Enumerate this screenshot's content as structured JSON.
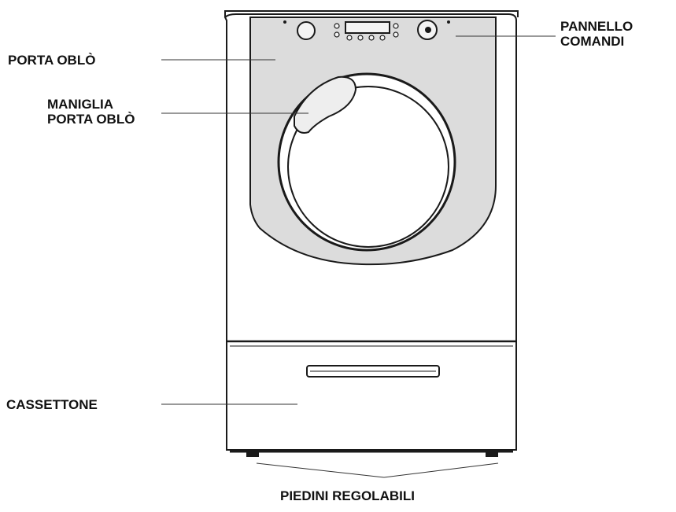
{
  "labels": {
    "control_panel_line1": "PANNELLO",
    "control_panel_line2": "COMANDI",
    "door": "PORTA OBLÒ",
    "door_handle_line1": "MANIGLIA",
    "door_handle_line2": "PORTA OBLÒ",
    "drawer": "CASSETTONE",
    "feet": "PIEDINI REGOLABILI"
  },
  "colors": {
    "outline": "#1a1a1a",
    "panel_fill": "#dcdcdc",
    "body_fill": "#ffffff",
    "door_glass": "#ffffff"
  }
}
